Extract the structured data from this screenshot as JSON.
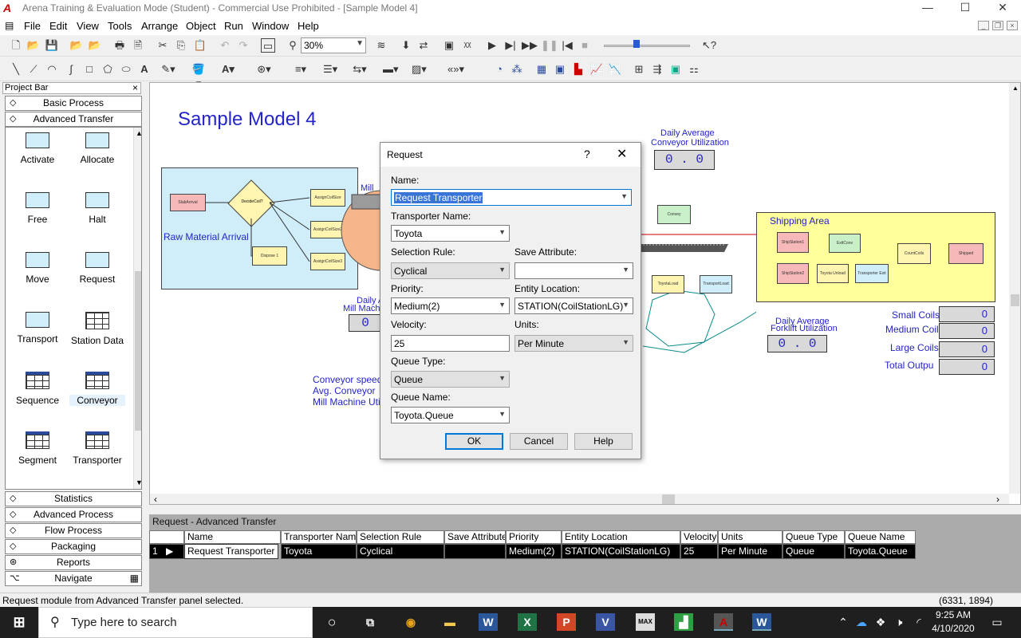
{
  "window": {
    "title": "Arena Training & Evaluation Mode (Student) - Commercial Use Prohibited - [Sample Model 4]",
    "minimize": "—",
    "maximize": "☐",
    "close": "✕"
  },
  "menu": [
    "File",
    "Edit",
    "View",
    "Tools",
    "Arrange",
    "Object",
    "Run",
    "Window",
    "Help"
  ],
  "toolbar": {
    "zoom": "30%"
  },
  "project_bar": {
    "title": "Project Bar",
    "close": "×",
    "panels_top": [
      "Basic Process",
      "Advanced Transfer"
    ],
    "modules": [
      "Activate",
      "Allocate",
      "Free",
      "Halt",
      "Move",
      "Request",
      "Transport",
      "Station Data",
      "Sequence",
      "Conveyor",
      "Segment",
      "Transporter"
    ],
    "panels_bottom": [
      "Statistics",
      "Advanced Process",
      "Flow Process",
      "Packaging",
      "Reports",
      "Navigate"
    ]
  },
  "canvas": {
    "model_title": "Sample Model 4",
    "raw_material": "Raw Material Arrival",
    "mill_label": "Mill",
    "daily_avg_conveyor_1": "Daily Average",
    "daily_avg_conveyor_2": "Conveyor Utilization",
    "conveyor_util": "0 . 0",
    "daily_mill_1": "Daily A",
    "daily_mill_2": "Mill Machin",
    "mill_util": "0",
    "shipping_area": "Shipping Area",
    "forklift_1": "Daily Average",
    "forklift_2": "Forklift Utilization",
    "forklift_util": "0 . 0",
    "small_coils": "Small Coils",
    "medium_coils": "Medium Coils",
    "large_coils": "Large Coils",
    "total_output": "Total Outpu",
    "small_val": "0",
    "medium_val": "0",
    "large_val": "0",
    "total_val": "0",
    "conveyor_speed": "Conveyor speed",
    "avg_conveyor": "Avg. Conveyor",
    "mill_machine_util": "Mill Machine Util",
    "nodes": {
      "slab_arrival": "SlabArrival",
      "decide": "DecideCoil?",
      "assign1": "AssignCoilSize",
      "assign2": "AssignCoilSize2",
      "assign3": "AssignCoilSize3",
      "dispose": "Dispose 1",
      "convey": "Convey",
      "toyota_load": "ToyotaLoad",
      "transport_load": "TransportLoad",
      "ship_station1": "ShipStation1",
      "exit_conv": "ExitConv",
      "count_coils": "CountCoils",
      "shipped": "Shipped",
      "ship_station2": "ShipStation2",
      "toyota_unload": "Toyota Unload",
      "transporter_exit": "Transporter Exit",
      "zero": "0"
    }
  },
  "dialog": {
    "title": "Request",
    "help_glyph": "?",
    "close_glyph": "✕",
    "name_label": "Name:",
    "name_value": "Request Transporter",
    "transporter_label": "Transporter Name:",
    "transporter_value": "Toyota",
    "selection_label": "Selection Rule:",
    "selection_value": "Cyclical",
    "save_attr_label": "Save Attribute:",
    "save_attr_value": "",
    "priority_label": "Priority:",
    "priority_value": "Medium(2)",
    "entity_loc_label": "Entity Location:",
    "entity_loc_value": "STATION(CoilStationLG)",
    "velocity_label": "Velocity:",
    "velocity_value": "25",
    "units_label": "Units:",
    "units_value": "Per Minute",
    "queue_type_label": "Queue Type:",
    "queue_type_value": "Queue",
    "queue_name_label": "Queue Name:",
    "queue_name_value": "Toyota.Queue",
    "ok": "OK",
    "cancel": "Cancel",
    "help": "Help"
  },
  "sheet": {
    "caption": "Request - Advanced Transfer",
    "headers": [
      "Name",
      "Transporter Name",
      "Selection Rule",
      "Save Attribute",
      "Priority",
      "Entity Location",
      "Velocity",
      "Units",
      "Queue Type",
      "Queue Name"
    ],
    "row_num": "1",
    "row": [
      "Request Transporter",
      "Toyota",
      "Cyclical",
      "",
      "Medium(2)",
      "STATION(CoilStationLG)",
      "25",
      "Per Minute",
      "Queue",
      "Toyota.Queue"
    ]
  },
  "status": {
    "message": "Request module from Advanced Transfer panel selected.",
    "coords": "(6331, 1894)"
  },
  "taskbar": {
    "search_placeholder": "Type here to search",
    "time": "9:25 AM",
    "date": "4/10/2020"
  }
}
